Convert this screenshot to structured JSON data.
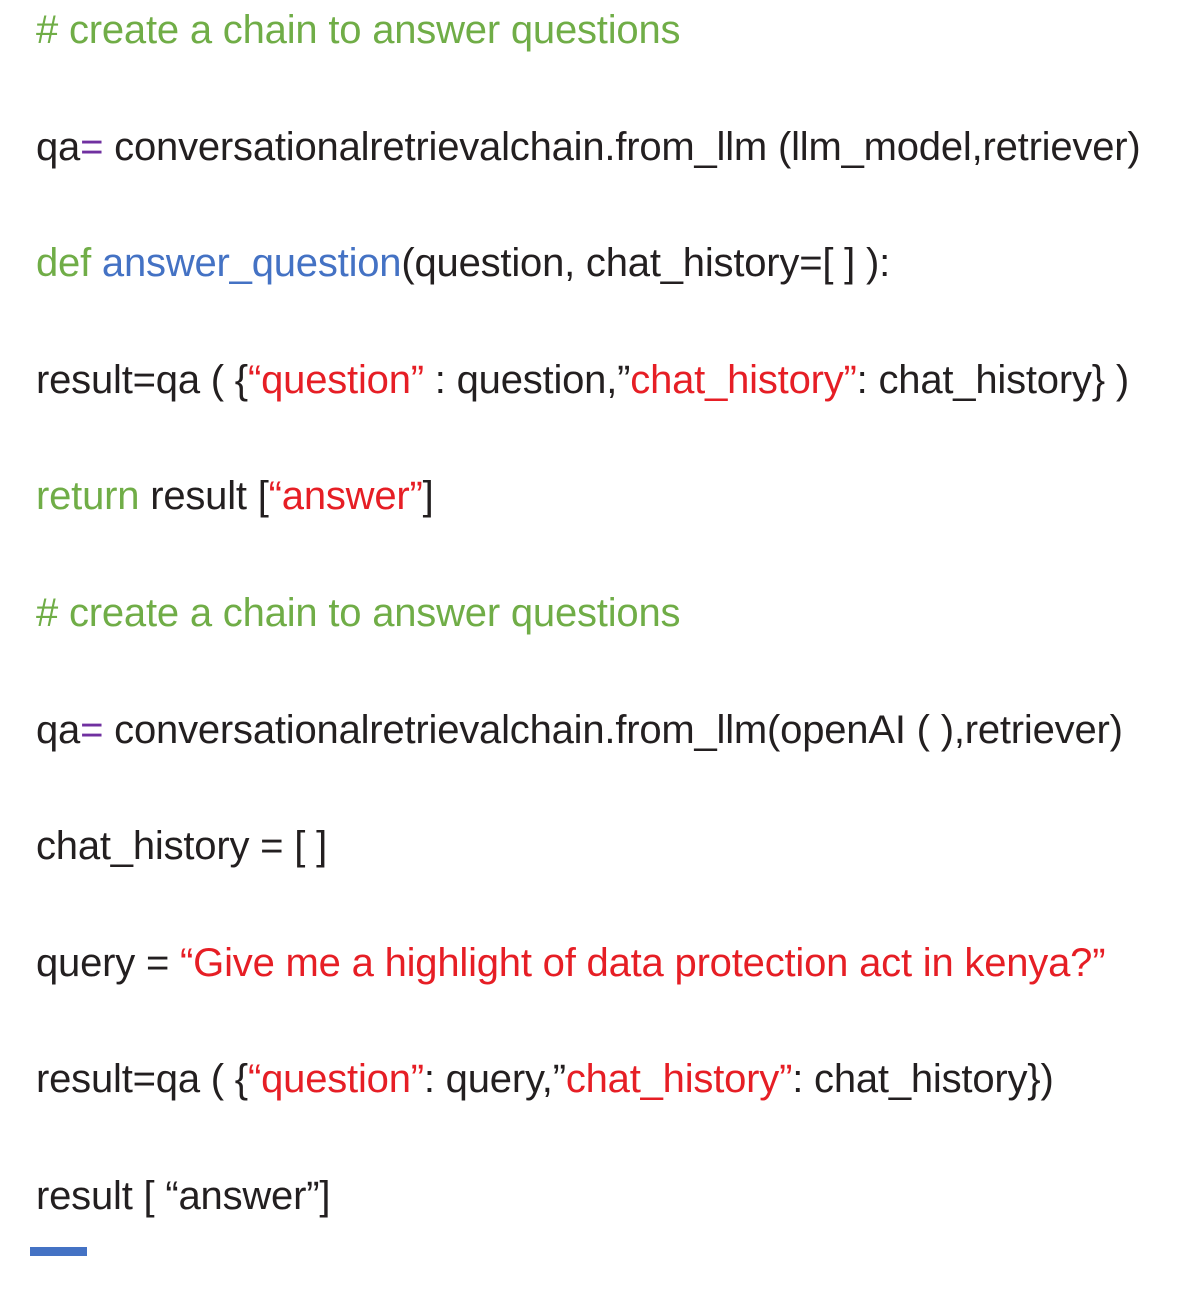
{
  "document": {
    "type": "python-code-snippet",
    "colors": {
      "code": "#231f20",
      "comment": "#70ad47",
      "keyword": "#70ad47",
      "function": "#4472c4",
      "string": "#e61e25",
      "operator": "#7030a0",
      "bottom_bar": "#4472c4"
    },
    "lines": [
      {
        "segments": [
          {
            "text": "# create a chain to answer questions",
            "role": "comment"
          }
        ]
      },
      {
        "segments": [
          {
            "text": "qa",
            "role": "code"
          },
          {
            "text": "=",
            "role": "operator"
          },
          {
            "text": " conversationalretrievalchain.from_llm (llm_model,retriever)",
            "role": "code"
          }
        ]
      },
      {
        "segments": [
          {
            "text": "def ",
            "role": "keyword"
          },
          {
            "text": "answer_question",
            "role": "function"
          },
          {
            "text": "(question, chat_history=[ ] ):",
            "role": "code"
          }
        ]
      },
      {
        "segments": [
          {
            "text": "result=qa ( {",
            "role": "code"
          },
          {
            "text": "“question”",
            "role": "string"
          },
          {
            "text": " : question,”",
            "role": "code"
          },
          {
            "text": "chat_history”",
            "role": "string"
          },
          {
            "text": ": chat_history} )",
            "role": "code"
          }
        ]
      },
      {
        "segments": [
          {
            "text": "return",
            "role": "keyword"
          },
          {
            "text": " result [",
            "role": "code"
          },
          {
            "text": "“answer”",
            "role": "string"
          },
          {
            "text": "]",
            "role": "code"
          }
        ]
      },
      {
        "segments": [
          {
            "text": "# create a chain to answer questions",
            "role": "comment"
          }
        ]
      },
      {
        "segments": [
          {
            "text": "qa",
            "role": "code"
          },
          {
            "text": "=",
            "role": "operator"
          },
          {
            "text": " conversationalretrievalchain.from_llm(openAI ( ),retriever)",
            "role": "code"
          }
        ]
      },
      {
        "segments": [
          {
            "text": "chat_history = [ ]",
            "role": "code"
          }
        ]
      },
      {
        "segments": [
          {
            "text": "query = ",
            "role": "code"
          },
          {
            "text": "“Give me a highlight of data protection act in kenya?”",
            "role": "string"
          }
        ]
      },
      {
        "segments": [
          {
            "text": "result=qa ( {",
            "role": "code"
          },
          {
            "text": "“question”",
            "role": "string"
          },
          {
            "text": ": query,”",
            "role": "code"
          },
          {
            "text": "chat_history”",
            "role": "string"
          },
          {
            "text": ": chat_history})",
            "role": "code"
          }
        ]
      },
      {
        "segments": [
          {
            "text": "result [ “answer”]",
            "role": "code"
          }
        ]
      }
    ]
  }
}
